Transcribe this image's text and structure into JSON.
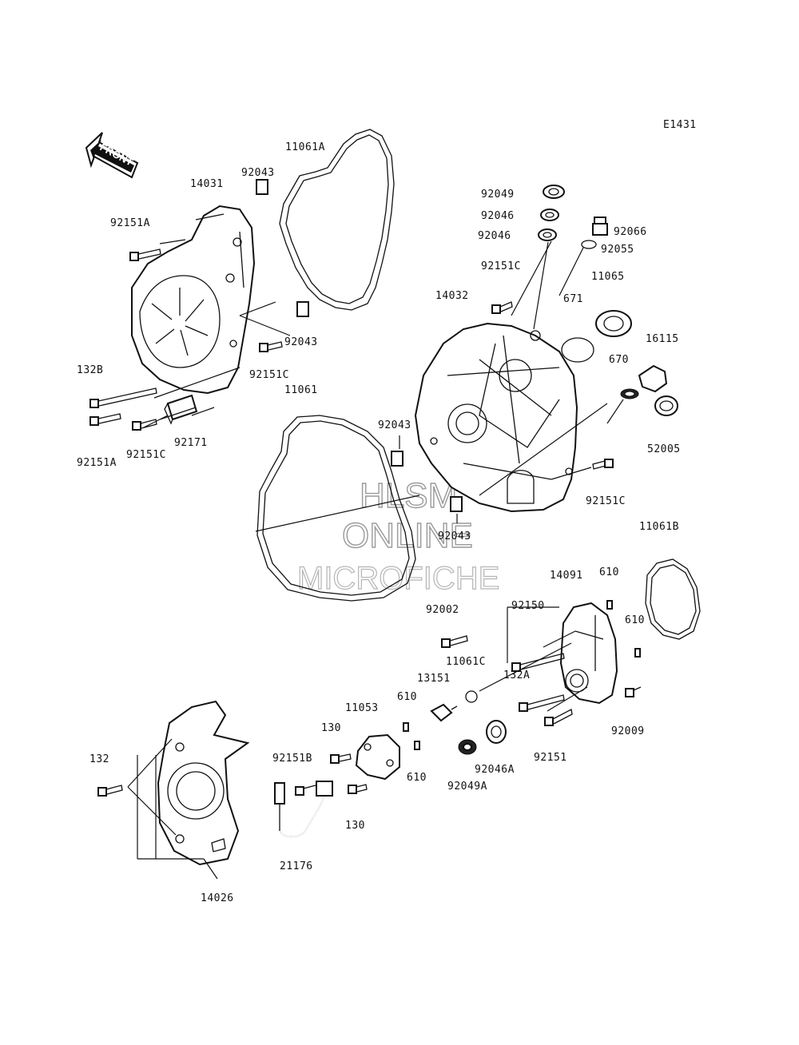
{
  "figure_id": "E1431",
  "front_arrow_text": "FRONT",
  "watermark": {
    "line1": "HLSM",
    "line2": "ONLINE",
    "line3": "MICROFICHE"
  },
  "labels": {
    "l_11061A": "11061A",
    "l_92043_a": "92043",
    "l_14031": "14031",
    "l_92151A_a": "92151A",
    "l_92043_b": "92043",
    "l_92151C_a": "92151C",
    "l_132B": "132B",
    "l_92151A_b": "92151A",
    "l_92151C_b": "92151C",
    "l_92171": "92171",
    "l_11061": "11061",
    "l_92043_c": "92043",
    "l_92043_d": "92043",
    "l_92049": "92049",
    "l_92046_a": "92046",
    "l_92046_b": "92046",
    "l_92066": "92066",
    "l_92055": "92055",
    "l_92151C_c": "92151C",
    "l_14032": "14032",
    "l_671": "671",
    "l_11065": "11065",
    "l_16115": "16115",
    "l_670": "670",
    "l_52005": "52005",
    "l_92151C_d": "92151C",
    "l_11061B": "11061B",
    "l_14091": "14091",
    "l_610_a": "610",
    "l_610_b": "610",
    "l_92002": "92002",
    "l_92150": "92150",
    "l_11061C": "11061C",
    "l_132A": "132A",
    "l_13151": "13151",
    "l_11053": "11053",
    "l_610_c": "610",
    "l_130_a": "130",
    "l_92151B": "92151B",
    "l_610_d": "610",
    "l_130_b": "130",
    "l_92049A": "92049A",
    "l_92046A": "92046A",
    "l_92151": "92151",
    "l_92009": "92009",
    "l_132": "132",
    "l_21176": "21176",
    "l_14026": "14026"
  }
}
